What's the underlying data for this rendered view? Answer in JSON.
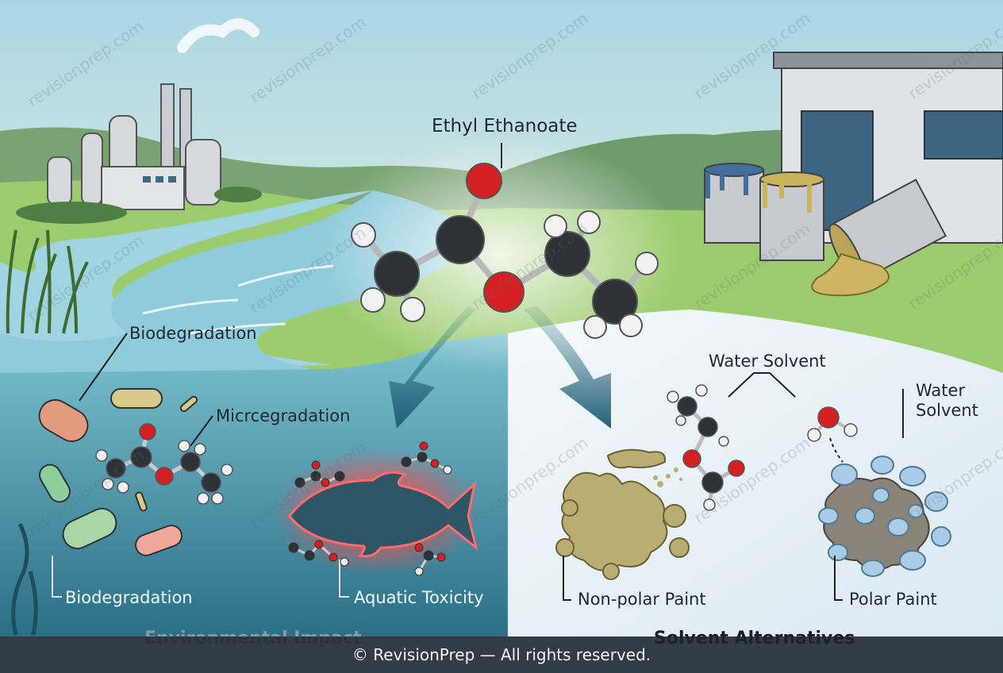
{
  "molecule": {
    "title": "Ethyl Ethanoate"
  },
  "environmental": {
    "biodegradation_top": "Biodegradation",
    "microdegradation": "Micrcegradation",
    "biodegradation_bottom": "Biodegradation",
    "aquatic_toxicity": "Aquatic Toxicity",
    "section_title": "Environmental Impact"
  },
  "solvents": {
    "water_solvent_top": "Water Solvent",
    "water_solvent_right_line1": "Water",
    "water_solvent_right_line2": "Solvent",
    "non_polar_paint": "Non-polar Paint",
    "polar_paint": "Polar Paint",
    "section_title": "Solvent Alternatives"
  },
  "watermark": "revisionprep.com",
  "footer": {
    "copyright": "© RevisionPrep — All rights reserved."
  },
  "colors": {
    "oxygen": "#d42020",
    "carbon": "#2e3236",
    "hydrogen": "#f2f2f2",
    "water": "#5fb3c9",
    "paint": "#b9ad72",
    "footer": "#1c242c"
  }
}
